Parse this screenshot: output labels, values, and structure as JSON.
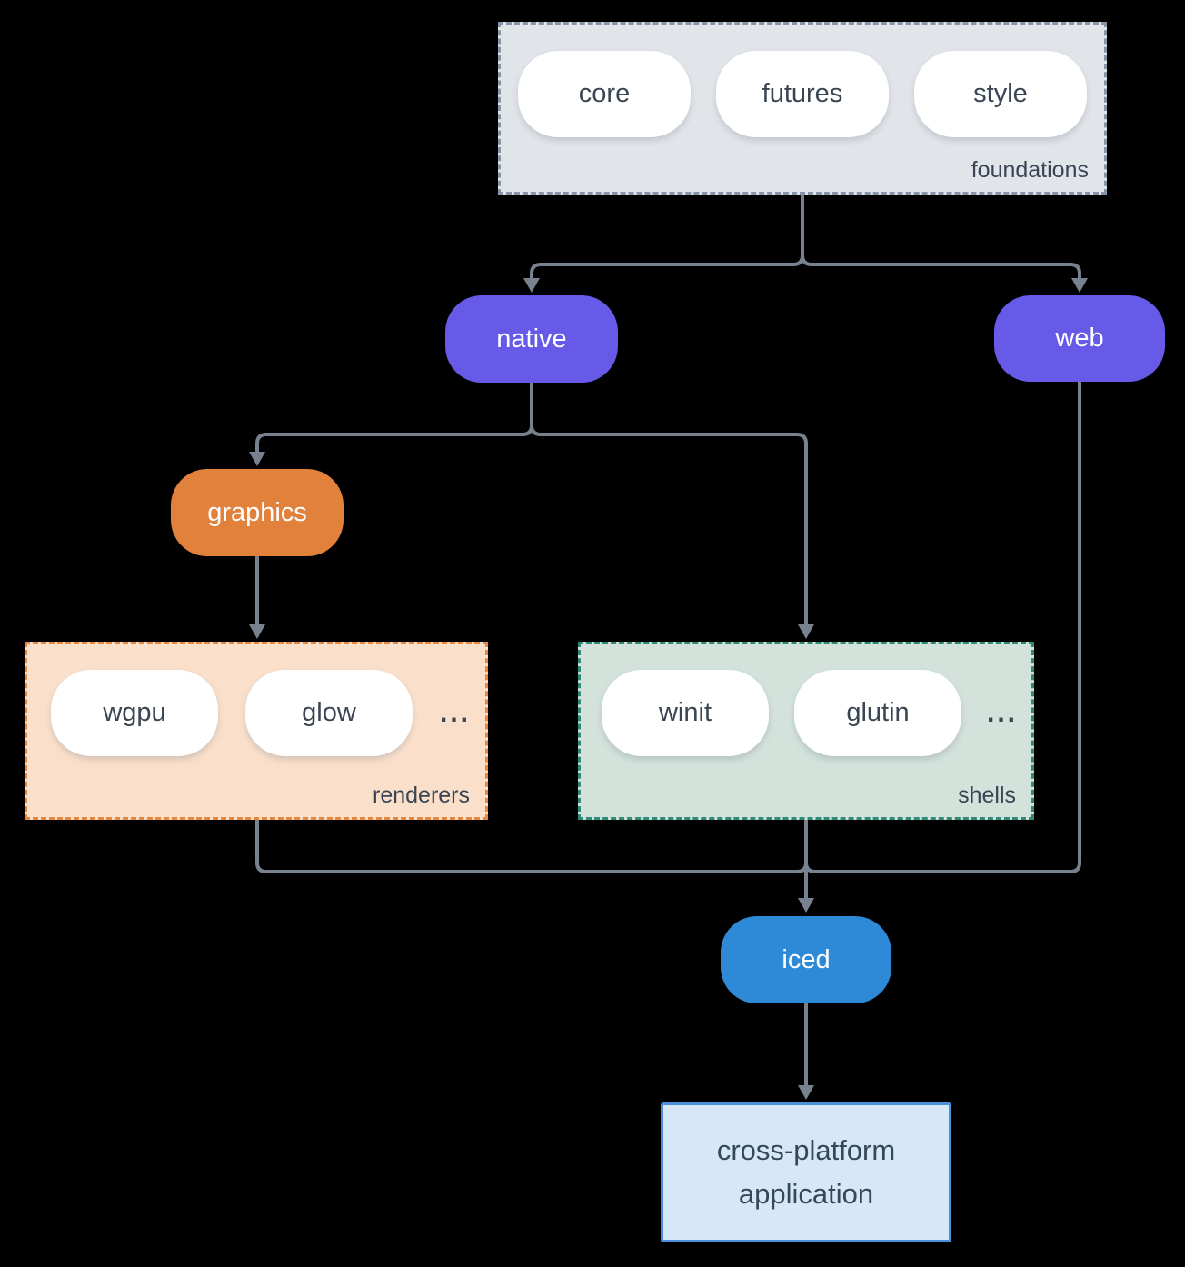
{
  "diagram": {
    "background": "#000000",
    "line_color": "#78828F",
    "text_color": "#3A4553",
    "groups": {
      "foundations": {
        "label": "foundations",
        "items": [
          "core",
          "futures",
          "style"
        ],
        "fill": "#E1E5E9",
        "border": "#8695A8"
      },
      "renderers": {
        "label": "renderers",
        "items": [
          "wgpu",
          "glow",
          "..."
        ],
        "fill": "#FAE0CB",
        "border": "#E8873E"
      },
      "shells": {
        "label": "shells",
        "items": [
          "winit",
          "glutin",
          "..."
        ],
        "fill": "#D3E2DB",
        "border": "#2E8B78"
      }
    },
    "nodes": {
      "native": {
        "label": "native",
        "color": "#675AE8"
      },
      "web": {
        "label": "web",
        "color": "#675AE8"
      },
      "graphics": {
        "label": "graphics",
        "color": "#E2813C"
      },
      "iced": {
        "label": "iced",
        "color": "#2E89D6"
      }
    },
    "terminal": {
      "label": "cross-platform application",
      "fill": "#D6E8F8",
      "border": "#4A90D9"
    },
    "edges": [
      {
        "from": "foundations",
        "to": "native"
      },
      {
        "from": "foundations",
        "to": "web"
      },
      {
        "from": "native",
        "to": "graphics"
      },
      {
        "from": "native",
        "to": "shells"
      },
      {
        "from": "graphics",
        "to": "renderers"
      },
      {
        "from": "renderers",
        "to": "iced"
      },
      {
        "from": "shells",
        "to": "iced"
      },
      {
        "from": "web",
        "to": "iced"
      },
      {
        "from": "iced",
        "to": "cross-platform application"
      }
    ]
  }
}
